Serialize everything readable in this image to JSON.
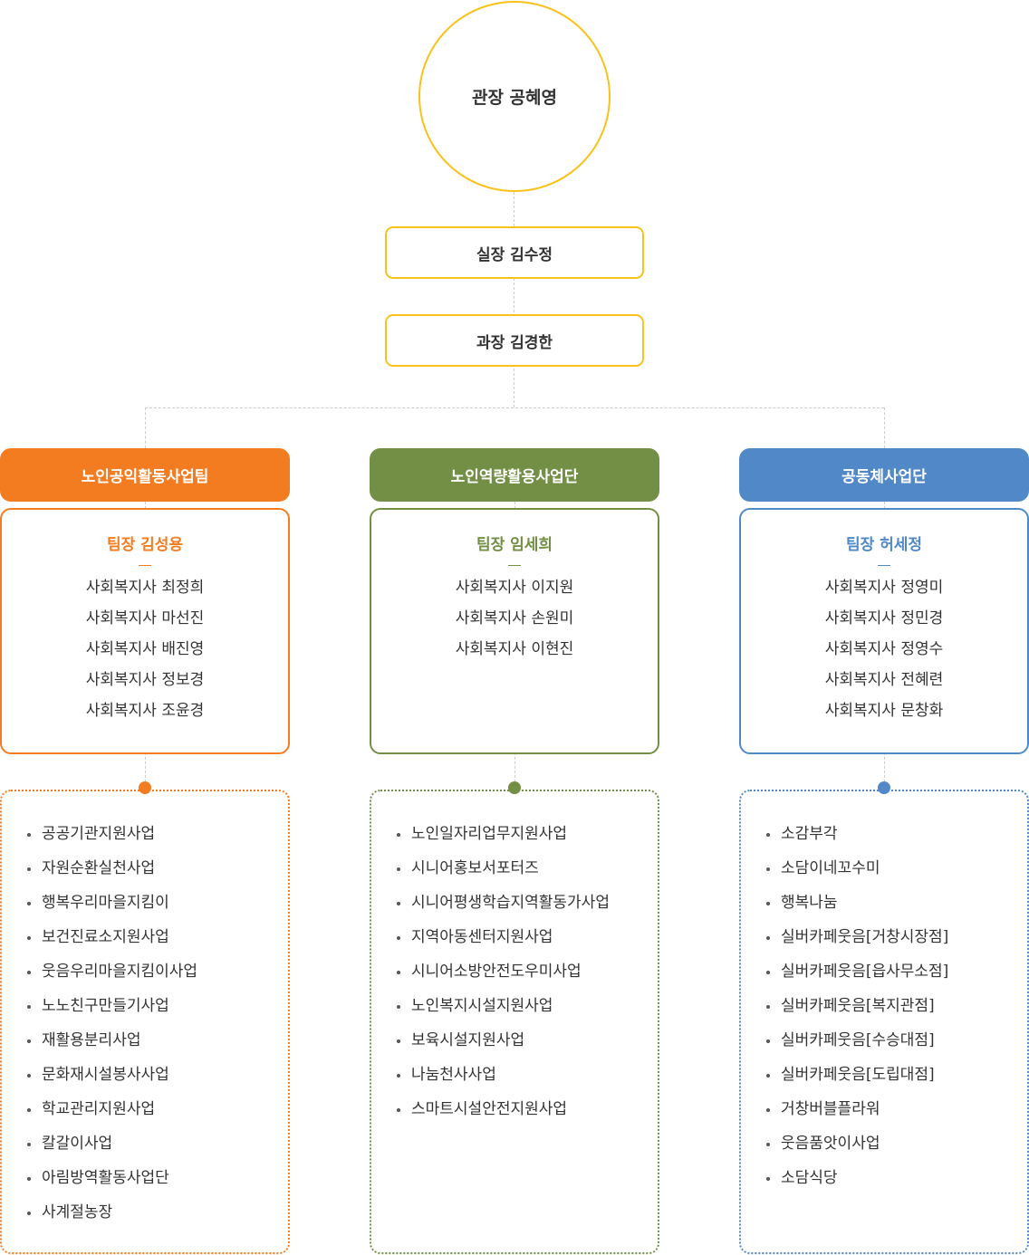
{
  "director": "관장 공혜영",
  "manager1": "실장 김수정",
  "manager2": "과장 김경한",
  "colors": {
    "yellow": "#f9c21a",
    "orange": "#f47c20",
    "green": "#738e45",
    "blue": "#5088c8"
  },
  "teams": [
    {
      "name": "노인공익활동사업팀",
      "color": "#f47c20",
      "leader": "팀장 김성용",
      "members": [
        "사회복지사 최정희",
        "사회복지사 마선진",
        "사회복지사 배진영",
        "사회복지사 정보경",
        "사회복지사 조윤경"
      ],
      "projects": [
        "공공기관지원사업",
        "자원순환실천사업",
        "행복우리마을지킴이",
        "보건진료소지원사업",
        "웃음우리마을지킴이사업",
        "노노친구만들기사업",
        "재활용분리사업",
        "문화재시설봉사사업",
        "학교관리지원사업",
        "칼갈이사업",
        "아림방역활동사업단",
        "사계절농장"
      ]
    },
    {
      "name": "노인역량활용사업단",
      "color": "#738e45",
      "leader": "팀장 임세희",
      "members": [
        "사회복지사 이지원",
        "사회복지사 손원미",
        "사회복지사 이현진"
      ],
      "projects": [
        "노인일자리업무지원사업",
        "시니어홍보서포터즈",
        "시니어평생학습지역활동가사업",
        "지역아동센터지원사업",
        "시니어소방안전도우미사업",
        "노인복지시설지원사업",
        "보육시설지원사업",
        "나눔천사사업",
        "스마트시설안전지원사업"
      ]
    },
    {
      "name": "공동체사업단",
      "color": "#5088c8",
      "leader": "팀장 허세정",
      "members": [
        "사회복지사 정영미",
        "사회복지사 정민경",
        "사회복지사 정영수",
        "사회복지사 전혜련",
        "사회복지사 문창화"
      ],
      "projects": [
        "소감부각",
        "소담이네꼬수미",
        "행복나눔",
        "실버카페웃음[거창시장점]",
        "실버카페웃음[읍사무소점]",
        "실버카페웃음[복지관점]",
        "실버카페웃음[수승대점]",
        "실버카페웃음[도립대점]",
        "거창버블플라워",
        "웃음품앗이사업",
        "소담식당"
      ]
    }
  ]
}
